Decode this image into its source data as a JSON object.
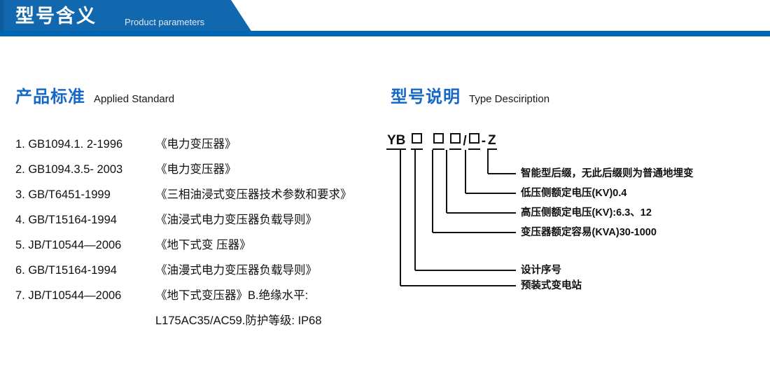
{
  "header": {
    "title": "型号含义",
    "subtitle": "Product parameters",
    "banner_color": "#1268AE",
    "rule_color": "#0066B3"
  },
  "sections": {
    "standards": {
      "title_cn": "产品标准",
      "title_en": "Applied Standard"
    },
    "type": {
      "title_cn": "型号说明",
      "title_en": "Type Desciription"
    }
  },
  "standards": {
    "accent_color": "#1668C8",
    "items": [
      {
        "code": "1. GB1094.1. 2-1996",
        "name": "《电力变压器》"
      },
      {
        "code": "2. GB1094.3.5- 2003",
        "name": "《电力变压器》"
      },
      {
        "code": "3. GB/T6451-1999",
        "name": "《三相油浸式变压器技术参数和要求》"
      },
      {
        "code": "4. GB/T15164-1994",
        "name": "《油浸式电力变压器负载导则》"
      },
      {
        "code": "5. JB/T10544—2006",
        "name": "《地下式变 压器》"
      },
      {
        "code": "6. GB/T15164-1994",
        "name": "《油漫式电力变压器负载导则》"
      },
      {
        "code": "7. JB/T10544—2006",
        "name": "《地下式变压器》B.绝缘水平:"
      },
      {
        "code": "",
        "name": "L175AC35/AC59.防护等级: IP68"
      }
    ]
  },
  "type_diagram": {
    "code": {
      "prefix": "YB",
      "slash": "/",
      "dash": "-",
      "suffix": "Z",
      "box_glyph": "□"
    },
    "labels": [
      {
        "text": "智能型后缀，无此后缀则为普通地埋变"
      },
      {
        "text": "低压侧额定电压(KV)0.4"
      },
      {
        "text": "高压侧额定电压(KV):6.3、12"
      },
      {
        "text": "变压器额定容易(KVA)30-1000"
      },
      {
        "text": "设计序号"
      },
      {
        "text": "预装式变电站"
      }
    ]
  }
}
